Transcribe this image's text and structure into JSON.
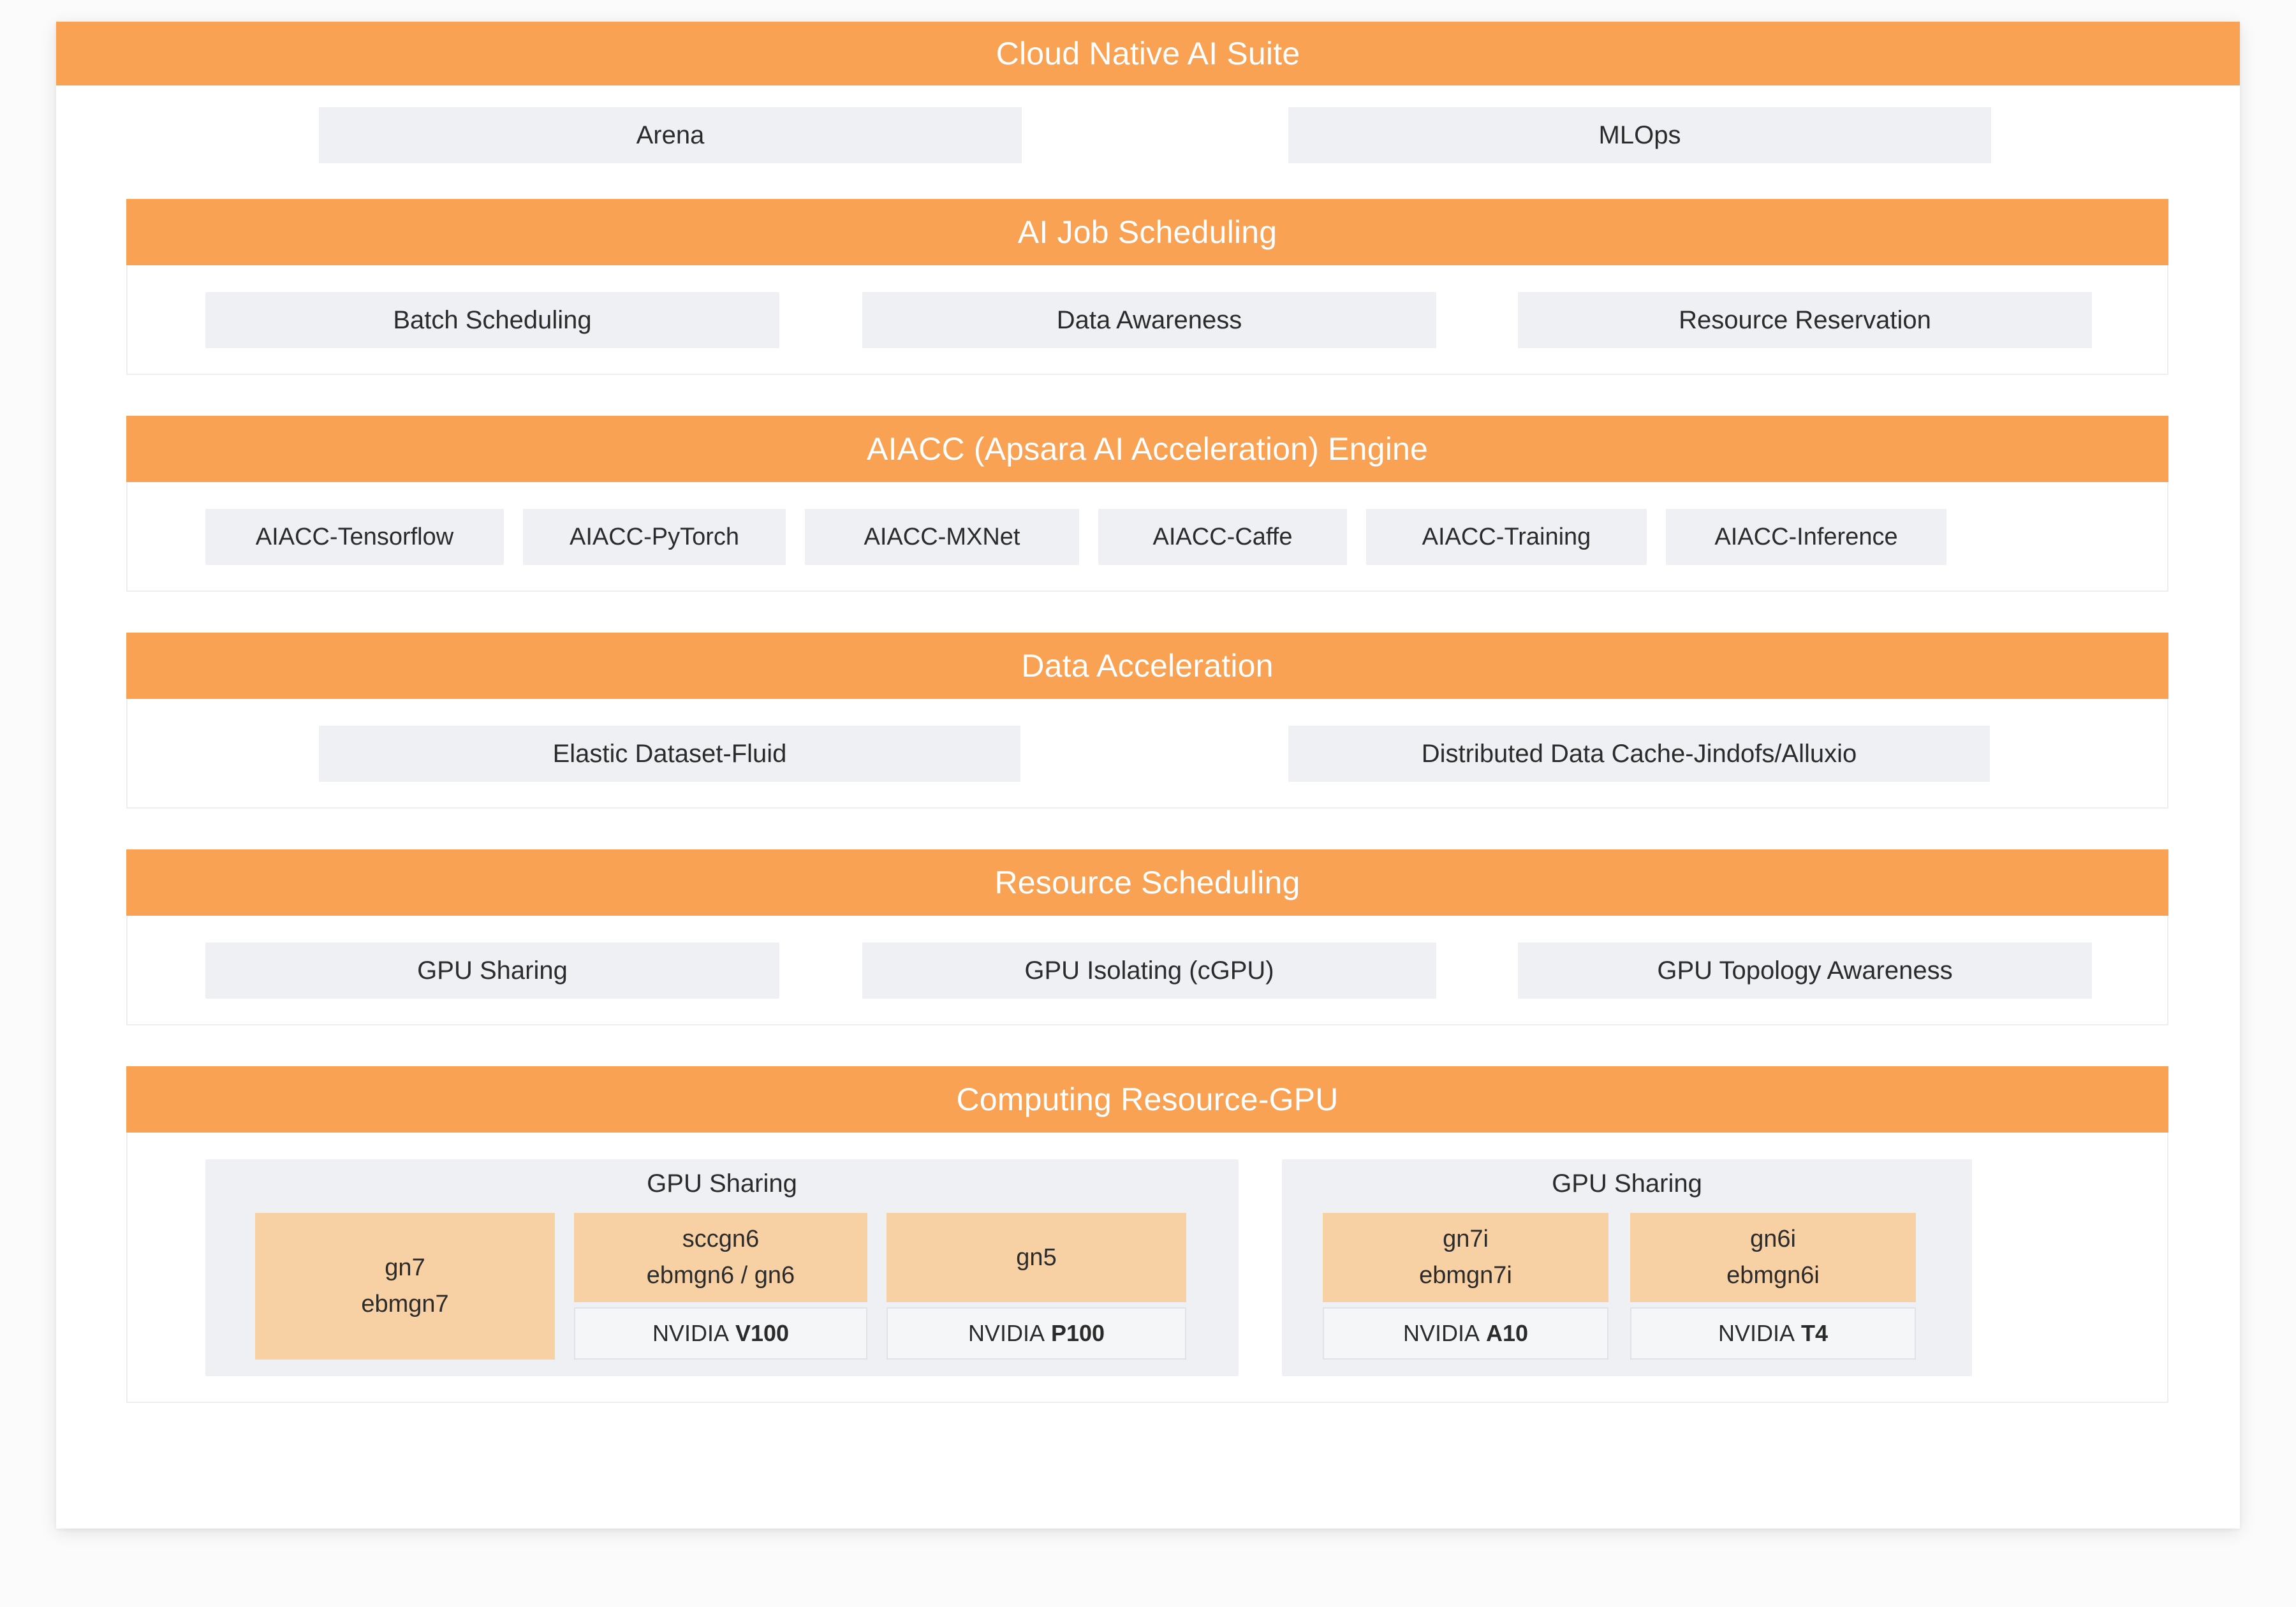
{
  "colors": {
    "banner_orange": "#f9a254",
    "chip_gray": "#eef0f4",
    "gpu_peach": "#f7d0a4",
    "badge_bg": "#f4f6f8",
    "text": "#2b2b2b",
    "banner_text": "#ffffff"
  },
  "suite": {
    "title": "Cloud Native AI Suite",
    "items": [
      {
        "label": "Arena"
      },
      {
        "label": "MLOps"
      }
    ]
  },
  "sections": [
    {
      "id": "ai-job-scheduling",
      "title": "AI Job Scheduling",
      "items": [
        {
          "label": "Batch Scheduling"
        },
        {
          "label": "Data Awareness"
        },
        {
          "label": "Resource Reservation"
        }
      ]
    },
    {
      "id": "aiacc-engine",
      "title": "AIACC (Apsara AI Acceleration) Engine",
      "items": [
        {
          "label": "AIACC-Tensorflow"
        },
        {
          "label": "AIACC-PyTorch"
        },
        {
          "label": "AIACC-MXNet"
        },
        {
          "label": "AIACC-Caffe"
        },
        {
          "label": "AIACC-Training"
        },
        {
          "label": "AIACC-Inference"
        }
      ]
    },
    {
      "id": "data-acceleration",
      "title": "Data Acceleration",
      "items": [
        {
          "label": "Elastic Dataset-Fluid"
        },
        {
          "label": "Distributed Data Cache-Jindofs/Alluxio"
        }
      ]
    },
    {
      "id": "resource-scheduling",
      "title": "Resource Scheduling",
      "items": [
        {
          "label": "GPU Sharing"
        },
        {
          "label": "GPU Isolating (cGPU)"
        },
        {
          "label": "GPU Topology Awareness"
        }
      ]
    },
    {
      "id": "computing-resource-gpu",
      "title": "Computing Resource-GPU",
      "panels": [
        {
          "title": "GPU Sharing",
          "groups": [
            {
              "lines": [
                "gn7",
                "ebmgn7"
              ],
              "badge_prefix": "",
              "badge_model": ""
            },
            {
              "lines": [
                "sccgn6",
                "ebmgn6 / gn6"
              ],
              "badge_prefix": "NVIDIA",
              "badge_model": "V100"
            },
            {
              "lines": [
                "gn5"
              ],
              "badge_prefix": "NVIDIA",
              "badge_model": "P100"
            }
          ]
        },
        {
          "title": "GPU Sharing",
          "groups": [
            {
              "lines": [
                "gn7i",
                "ebmgn7i"
              ],
              "badge_prefix": "NVIDIA",
              "badge_model": "A10"
            },
            {
              "lines": [
                "gn6i",
                "ebmgn6i"
              ],
              "badge_prefix": "NVIDIA",
              "badge_model": "T4"
            }
          ]
        }
      ]
    }
  ]
}
